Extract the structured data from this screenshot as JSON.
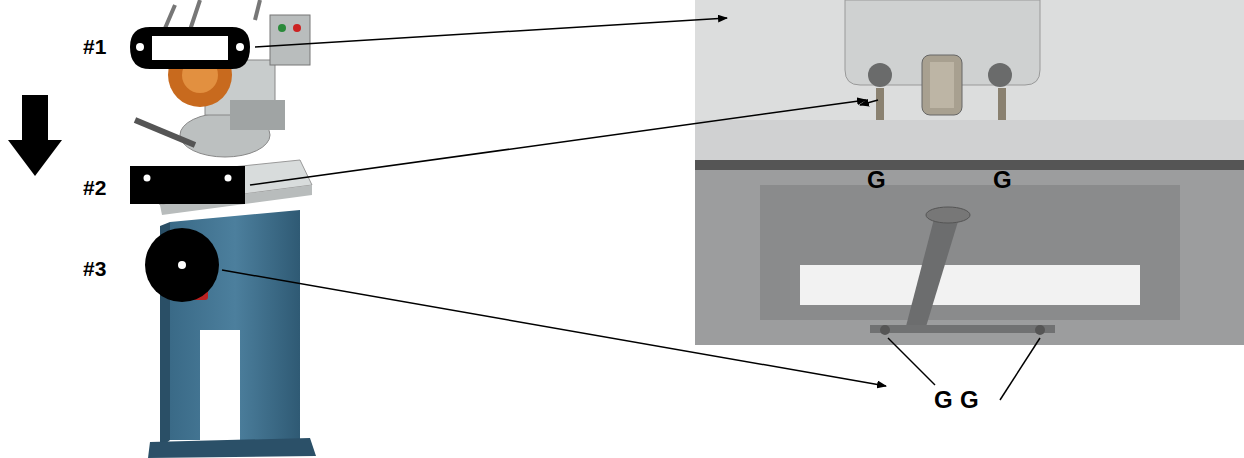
{
  "diagram": {
    "labels": [
      "#1",
      "#2",
      "#3",
      "G",
      "G",
      "G",
      "G"
    ]
  }
}
